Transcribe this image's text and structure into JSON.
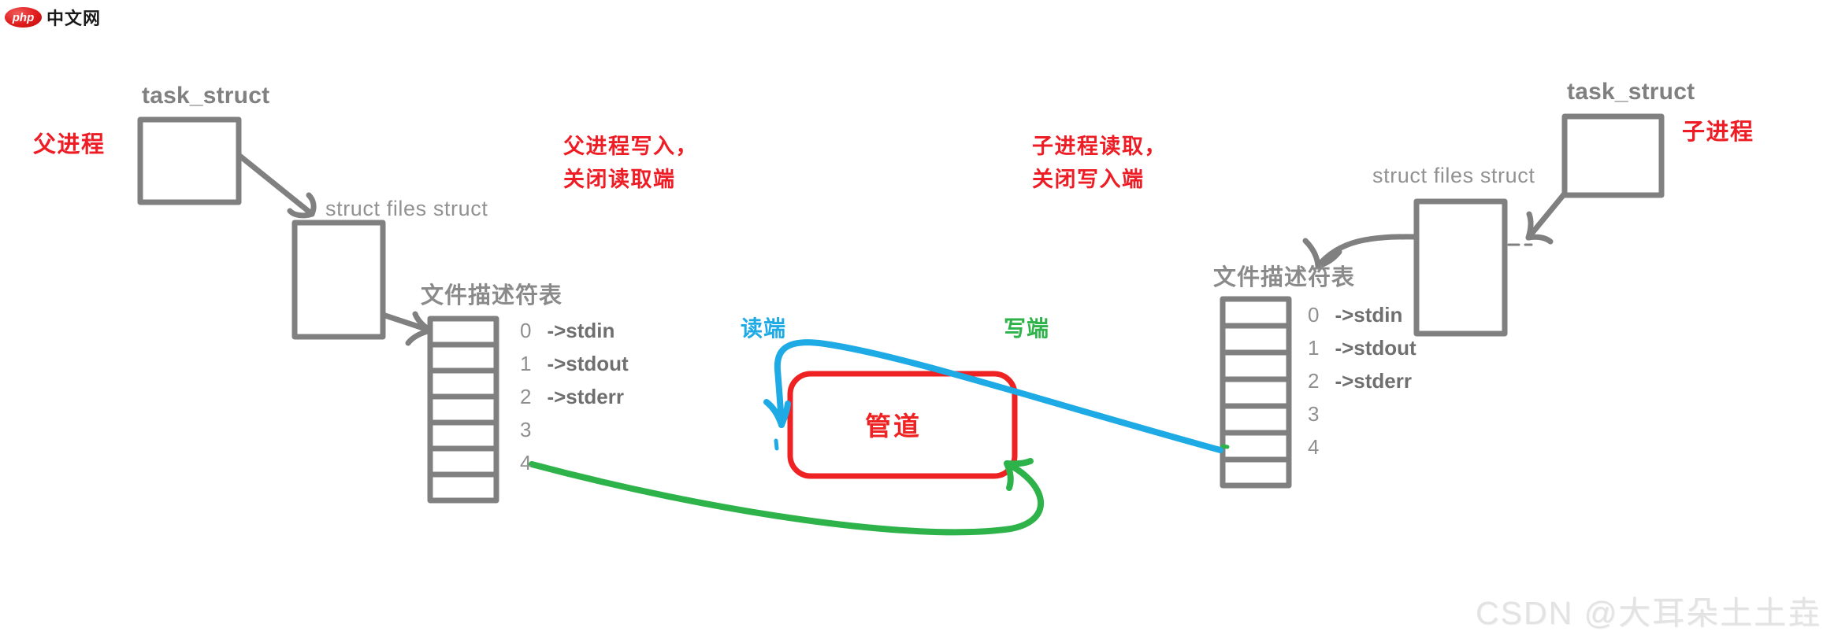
{
  "logo": {
    "badge_text": "php",
    "site_text": "中文网"
  },
  "parent": {
    "process_label": "父进程",
    "task_struct_label": "task_struct",
    "files_struct_label": "struct files  struct",
    "fd_table_label": "文件描述符表",
    "fd_rows": [
      {
        "num": "0",
        "target": "->stdin"
      },
      {
        "num": "1",
        "target": "->stdout"
      },
      {
        "num": "2",
        "target": "->stderr"
      },
      {
        "num": "3",
        "target": ""
      },
      {
        "num": "4",
        "target": ""
      }
    ]
  },
  "child": {
    "process_label": "子进程",
    "task_struct_label": "task_struct",
    "files_struct_label": "struct files  struct",
    "fd_table_label": "文件描述符表",
    "fd_rows": [
      {
        "num": "0",
        "target": "->stdin"
      },
      {
        "num": "1",
        "target": "->stdout"
      },
      {
        "num": "2",
        "target": "->stderr"
      },
      {
        "num": "3",
        "target": ""
      },
      {
        "num": "4",
        "target": ""
      }
    ]
  },
  "annotations": {
    "parent_note_line1": "父进程写入，",
    "parent_note_line2": "关闭读取端",
    "child_note_line1": "子进程读取，",
    "child_note_line2": "关闭写入端",
    "read_end_label": "读端",
    "write_end_label": "写端",
    "pipe_label": "管道"
  },
  "colors": {
    "sketch_gray": "#808080",
    "red": "#ee1c24",
    "pipe_red": "#ee2222",
    "blue": "#1eaae5",
    "green": "#2eb34a",
    "watermark": "#e3e3e3"
  },
  "watermark": {
    "text": "CSDN @大耳朵土土垚"
  }
}
